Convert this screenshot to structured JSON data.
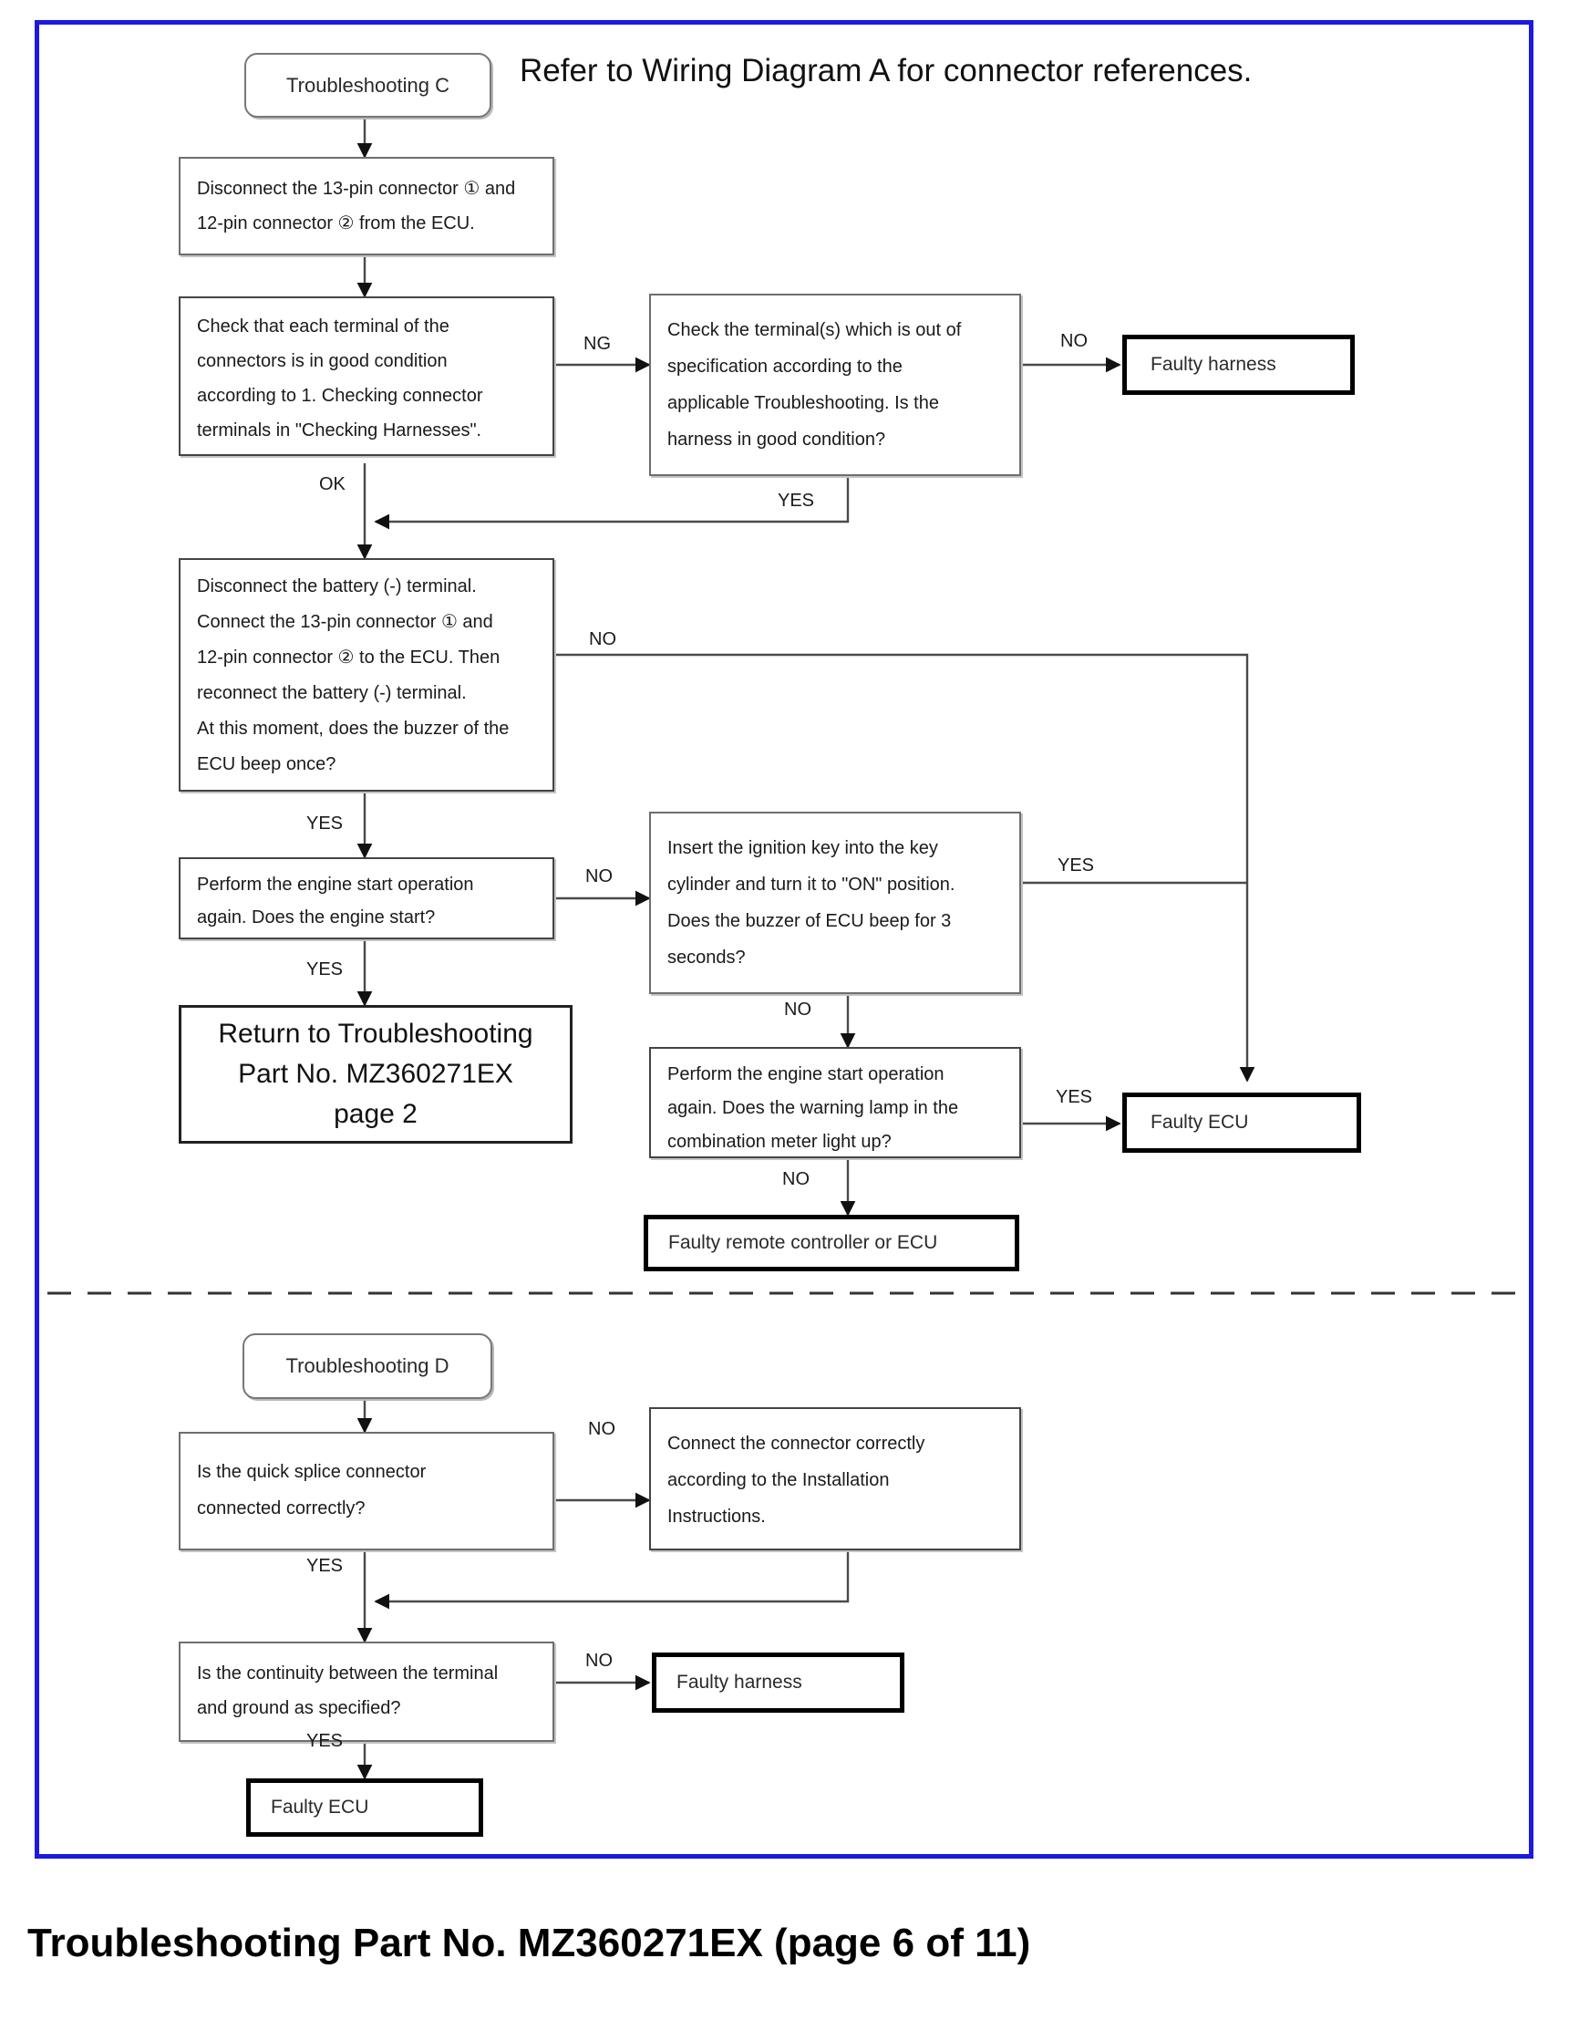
{
  "page": {
    "border_color": "#1a1ae0",
    "caption": "Troubleshooting Part No. MZ360271EX (page 6 of 11)",
    "header_note": "Refer to Wiring Diagram A for connector references."
  },
  "section_c": {
    "start": "Troubleshooting C",
    "nodes": {
      "disconnect": {
        "lines": [
          "Disconnect the 13-pin connector ① and",
          "12-pin connector ② from the ECU."
        ]
      },
      "check_terminals": {
        "lines": [
          "Check that each terminal of the",
          "connectors is in good condition",
          "according to 1. Checking connector",
          "terminals in \"Checking Harnesses\"."
        ]
      },
      "check_out_of_spec": {
        "lines": [
          "Check the terminal(s) which is out of",
          "specification according to the",
          "applicable Troubleshooting. Is the",
          "harness in good condition?"
        ]
      },
      "faulty_harness": {
        "label": "Faulty harness"
      },
      "battery": {
        "lines": [
          "Disconnect  the  battery  (-)  terminal.",
          "Connect the 13-pin connector ① and",
          "12-pin  connector ② to the  ECU.  Then",
          "reconnect the battery (-) terminal.",
          "At this moment, does the buzzer of the",
          "ECU beep once?"
        ]
      },
      "engine_start": {
        "lines": [
          "Perform the engine start operation",
          "again. Does the engine start?"
        ]
      },
      "ignition_key": {
        "lines": [
          "Insert the ignition key into the key",
          "cylinder and turn it to \"ON\" position.",
          "Does  the  buzzer  of  ECU  beep  for  3",
          "seconds?"
        ]
      },
      "return_box": {
        "lines": [
          "Return to Troubleshooting",
          "Part No. MZ360271EX",
          "page 2"
        ]
      },
      "warning_lamp": {
        "lines": [
          "Perform the engine start operation",
          "again. Does the warning lamp in the",
          "combination meter light up?"
        ]
      },
      "faulty_ecu": {
        "label": "Faulty ECU"
      },
      "faulty_remote": {
        "label": "Faulty remote controller or ECU"
      }
    },
    "edges": {
      "ng": "NG",
      "ok": "OK",
      "yes_harness": "YES",
      "no_harness": "NO",
      "no_battery": "NO",
      "yes_battery": "YES",
      "no_engine": "NO",
      "yes_engine": "YES",
      "yes_ignition": "YES",
      "no_ignition": "NO",
      "yes_lamp": "YES",
      "no_lamp": "NO"
    }
  },
  "section_d": {
    "start": "Troubleshooting D",
    "nodes": {
      "quick_splice": {
        "lines": [
          "Is the quick splice connector",
          "connected correctly?"
        ]
      },
      "connect_correctly": {
        "lines": [
          "Connect the connector correctly",
          "according to the Installation",
          "Instructions."
        ]
      },
      "continuity": {
        "lines": [
          "Is the continuity between the terminal",
          "and ground as specified?"
        ]
      },
      "faulty_harness": {
        "label": "Faulty harness"
      },
      "faulty_ecu": {
        "label": "Faulty ECU"
      }
    },
    "edges": {
      "no_splice": "NO",
      "yes_splice": "YES",
      "no_continuity": "NO",
      "yes_continuity": "YES"
    }
  }
}
